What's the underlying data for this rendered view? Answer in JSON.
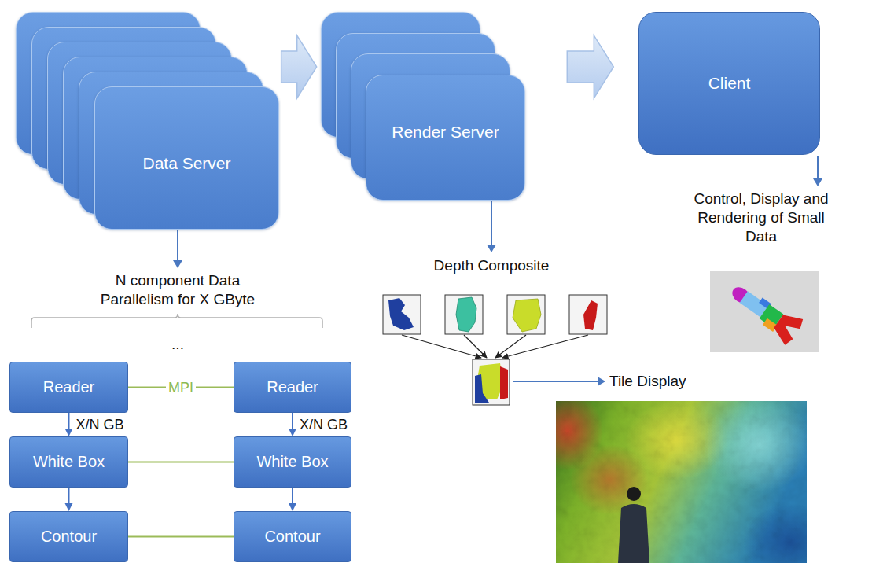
{
  "diagram": {
    "nodes": [
      {
        "text": [
          "Data Server"
        ]
      },
      {
        "text": [
          "Render Server"
        ]
      },
      {
        "text": [
          "Client"
        ]
      },
      {
        "text": [
          "Reader"
        ]
      },
      {
        "text": [
          "White Box"
        ]
      },
      {
        "text": [
          "Contour"
        ]
      },
      {
        "text": [
          "Reader"
        ]
      },
      {
        "text": [
          "White Box"
        ]
      },
      {
        "text": [
          "Contour"
        ]
      }
    ],
    "edges": [
      {
        "from": 0,
        "to": 1,
        "arrow": "to"
      },
      {
        "from": 1,
        "to": 2,
        "arrow": "to"
      },
      {
        "from": 3,
        "to": 4,
        "label": "X/N  GB",
        "arrow": "to"
      },
      {
        "from": 4,
        "to": 5,
        "arrow": "to"
      },
      {
        "from": 6,
        "to": 7,
        "label": "X/N GB",
        "arrow": "to"
      },
      {
        "from": 7,
        "to": 8,
        "arrow": "to"
      },
      {
        "from": 3,
        "to": 6,
        "label": "MPI",
        "arrow": "none"
      },
      {
        "from": 4,
        "to": 7,
        "arrow": "none"
      },
      {
        "from": 5,
        "to": 8,
        "arrow": "none"
      }
    ],
    "labels": [
      "N component Data Parallelism for X GByte",
      "...",
      "Depth Composite",
      "Tile Display",
      "Control, Display and Rendering of Small Data"
    ]
  }
}
